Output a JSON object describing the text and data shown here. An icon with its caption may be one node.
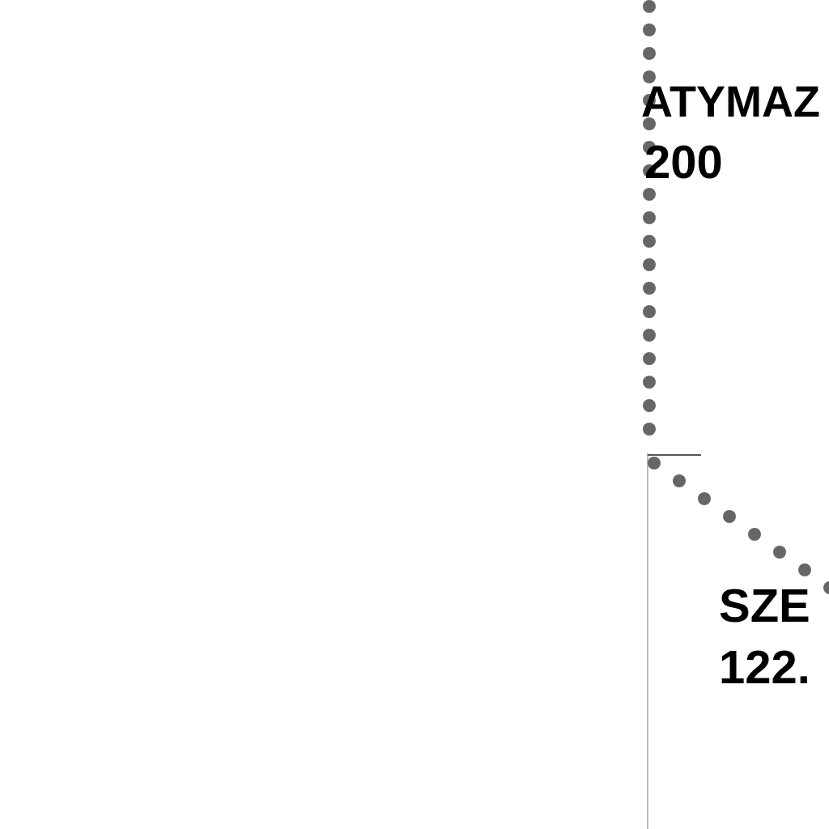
{
  "diagram": {
    "labels": [
      "ATYMAZ",
      "200",
      "SZE",
      "122."
    ]
  }
}
